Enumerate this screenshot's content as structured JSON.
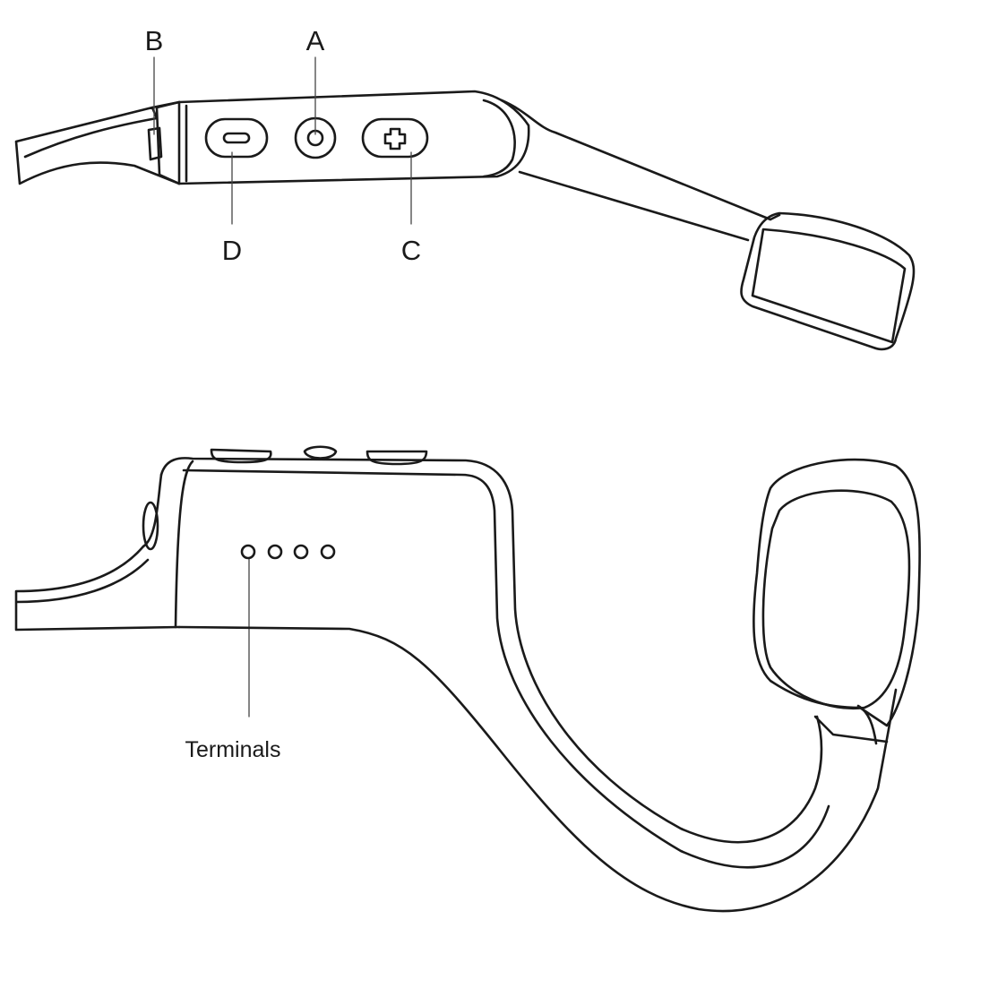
{
  "labels": {
    "a": "A",
    "b": "B",
    "c": "C",
    "d": "D",
    "terminals": "Terminals"
  },
  "colors": {
    "stroke": "#1a1a1a",
    "background": "#ffffff",
    "leader": "#444444"
  },
  "icons": {
    "volume_down": "minus-icon",
    "power": "power-ring-icon",
    "volume_up": "plus-icon"
  }
}
